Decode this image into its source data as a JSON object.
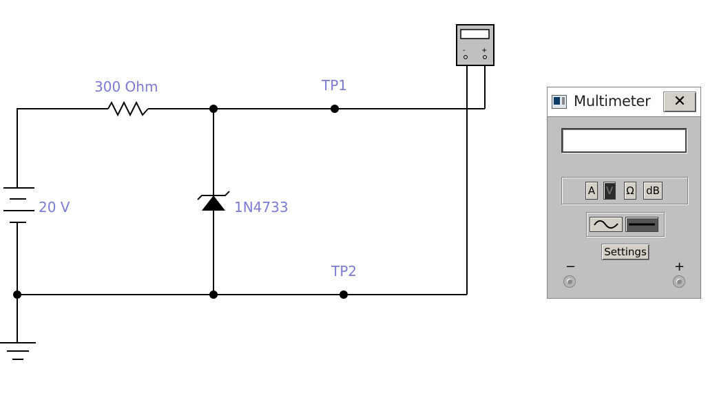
{
  "circuit": {
    "resistor_label": "300 Ohm",
    "source_label": "20 V",
    "diode_label": "1N4733",
    "tp1_label": "TP1",
    "tp2_label": "TP2",
    "meter_icon_minus": "-",
    "meter_icon_plus": "+",
    "label_color": "#7b7bd6",
    "wire_color": "#000000"
  },
  "multimeter": {
    "title": "Multimeter",
    "close_icon": "close-icon",
    "display_value": "",
    "modes": [
      "A",
      "V",
      "Ω",
      "dB"
    ],
    "active_mode": "V",
    "waveforms": [
      "ac-wave-icon",
      "dc-line-icon"
    ],
    "active_waveform": "dc-line-icon",
    "settings_label": "Settings",
    "terminal_minus_label": "−",
    "terminal_plus_label": "+"
  }
}
